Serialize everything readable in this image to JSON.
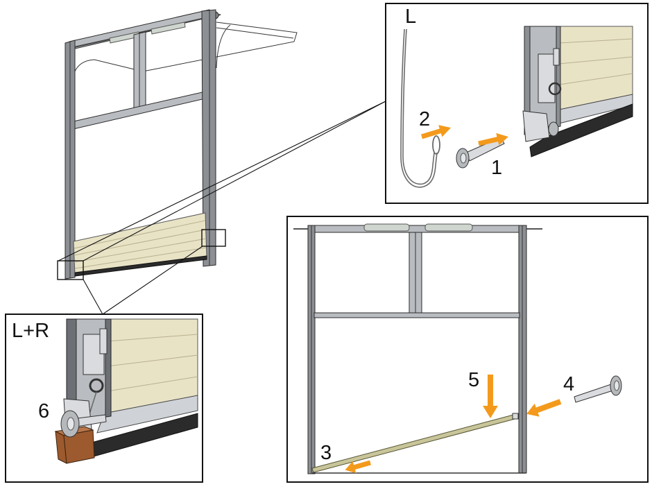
{
  "labels": {
    "inset_top_right_side": "L",
    "step_1": "1",
    "step_2": "2",
    "inset_bottom_left_side": "L+R",
    "step_3": "3",
    "step_4": "4",
    "step_5": "5",
    "step_6": "6"
  },
  "colors": {
    "arrow": "#F39A1D",
    "panel": "#E9E3C6",
    "frame": "#8C8F93",
    "seal": "#2B2B2B",
    "wood": "#9C5A2E"
  }
}
